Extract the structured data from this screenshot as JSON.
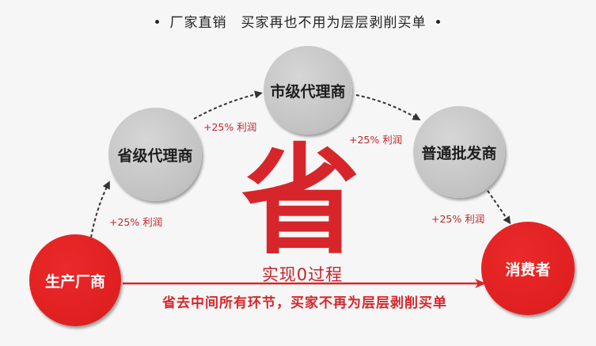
{
  "slogan": {
    "bullet": "•",
    "part1": "厂家直销",
    "part2": "买家再也不用为层层剥削买单"
  },
  "nodes": {
    "producer": "生产厂商",
    "provincial_agent": "省级代理商",
    "city_agent": "市级代理商",
    "wholesaler": "普通批发商",
    "consumer": "消费者"
  },
  "profit_labels": [
    "+25% 利润",
    "+25% 利润",
    "+25% 利润",
    "+25% 利润"
  ],
  "center": {
    "big_char": "省",
    "subtitle": "实现0过程"
  },
  "bottom_caption": "省去中间所有环节，买家不再为层层剥削买单",
  "colors": {
    "red": "#e02020",
    "grey": "#c6c6c6",
    "text_red": "#c0272d",
    "arrow_dark": "#333333"
  }
}
